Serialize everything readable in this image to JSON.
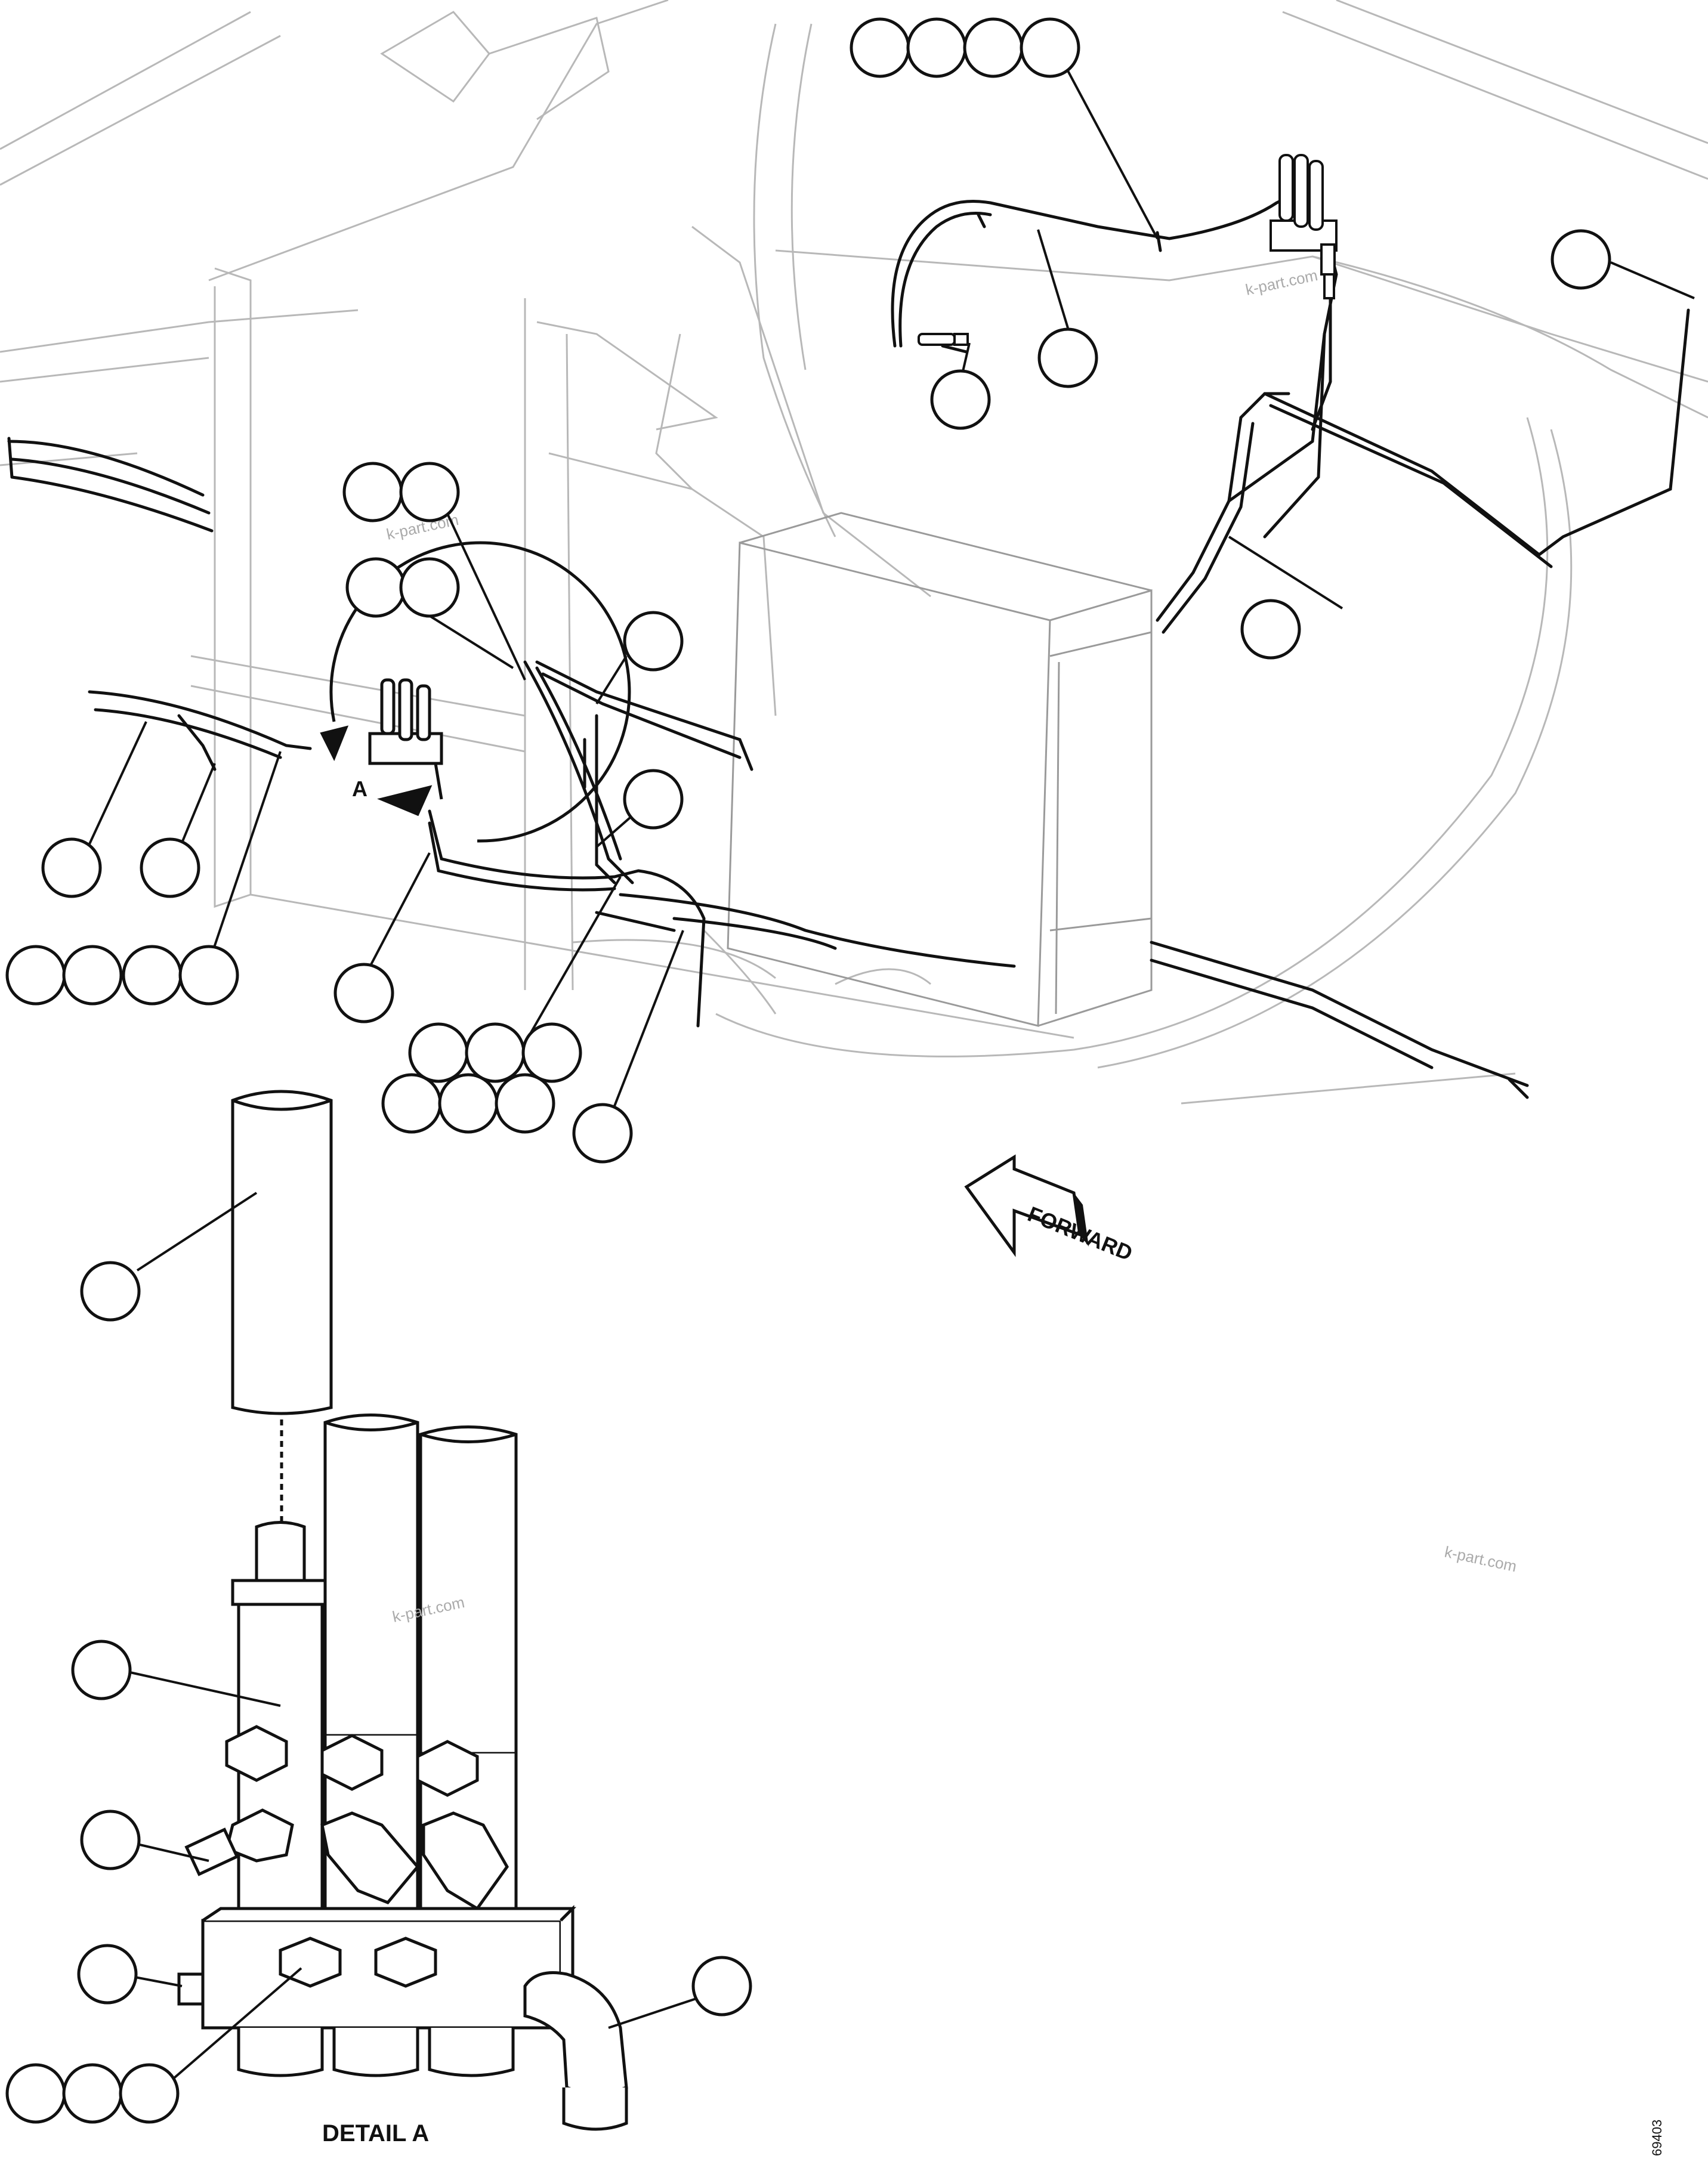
{
  "labels": {
    "forward": "FORWARD",
    "detail_marker": "A",
    "detail_caption": "DETAIL A",
    "drawing_number": "69403"
  },
  "watermarks": [
    {
      "id": "wm1",
      "text": "k-part.com"
    },
    {
      "id": "wm2",
      "text": "k-part.com"
    },
    {
      "id": "wm3",
      "text": "k-part.com"
    },
    {
      "id": "wm4",
      "text": "k-part.com"
    }
  ],
  "callout_groups": [
    {
      "id": "g-top-right-four",
      "count": 4
    },
    {
      "id": "g-far-right",
      "count": 1
    },
    {
      "id": "g-hose-clamp",
      "count": 1
    },
    {
      "id": "g-hose-end",
      "count": 1
    },
    {
      "id": "g-left-pair-1",
      "count": 2
    },
    {
      "id": "g-left-pair-2",
      "count": 2
    },
    {
      "id": "g-right-hose",
      "count": 1
    },
    {
      "id": "g-mid-tee",
      "count": 1
    },
    {
      "id": "g-mid-hose",
      "count": 1
    },
    {
      "id": "g-left-hose-a",
      "count": 1
    },
    {
      "id": "g-left-hose-b",
      "count": 1
    },
    {
      "id": "g-bottom-left-four",
      "count": 4
    },
    {
      "id": "g-lower-mid",
      "count": 1
    },
    {
      "id": "g-block-three-top",
      "count": 3
    },
    {
      "id": "g-block-three-bottom",
      "count": 3
    },
    {
      "id": "g-lower-fitting",
      "count": 1
    },
    {
      "id": "g-cartridge",
      "count": 1
    },
    {
      "id": "g-valve-body",
      "count": 1
    },
    {
      "id": "g-valve-fitting",
      "count": 1
    },
    {
      "id": "g-plug",
      "count": 1
    },
    {
      "id": "g-plug-set",
      "count": 3
    },
    {
      "id": "g-elbow",
      "count": 1
    }
  ]
}
